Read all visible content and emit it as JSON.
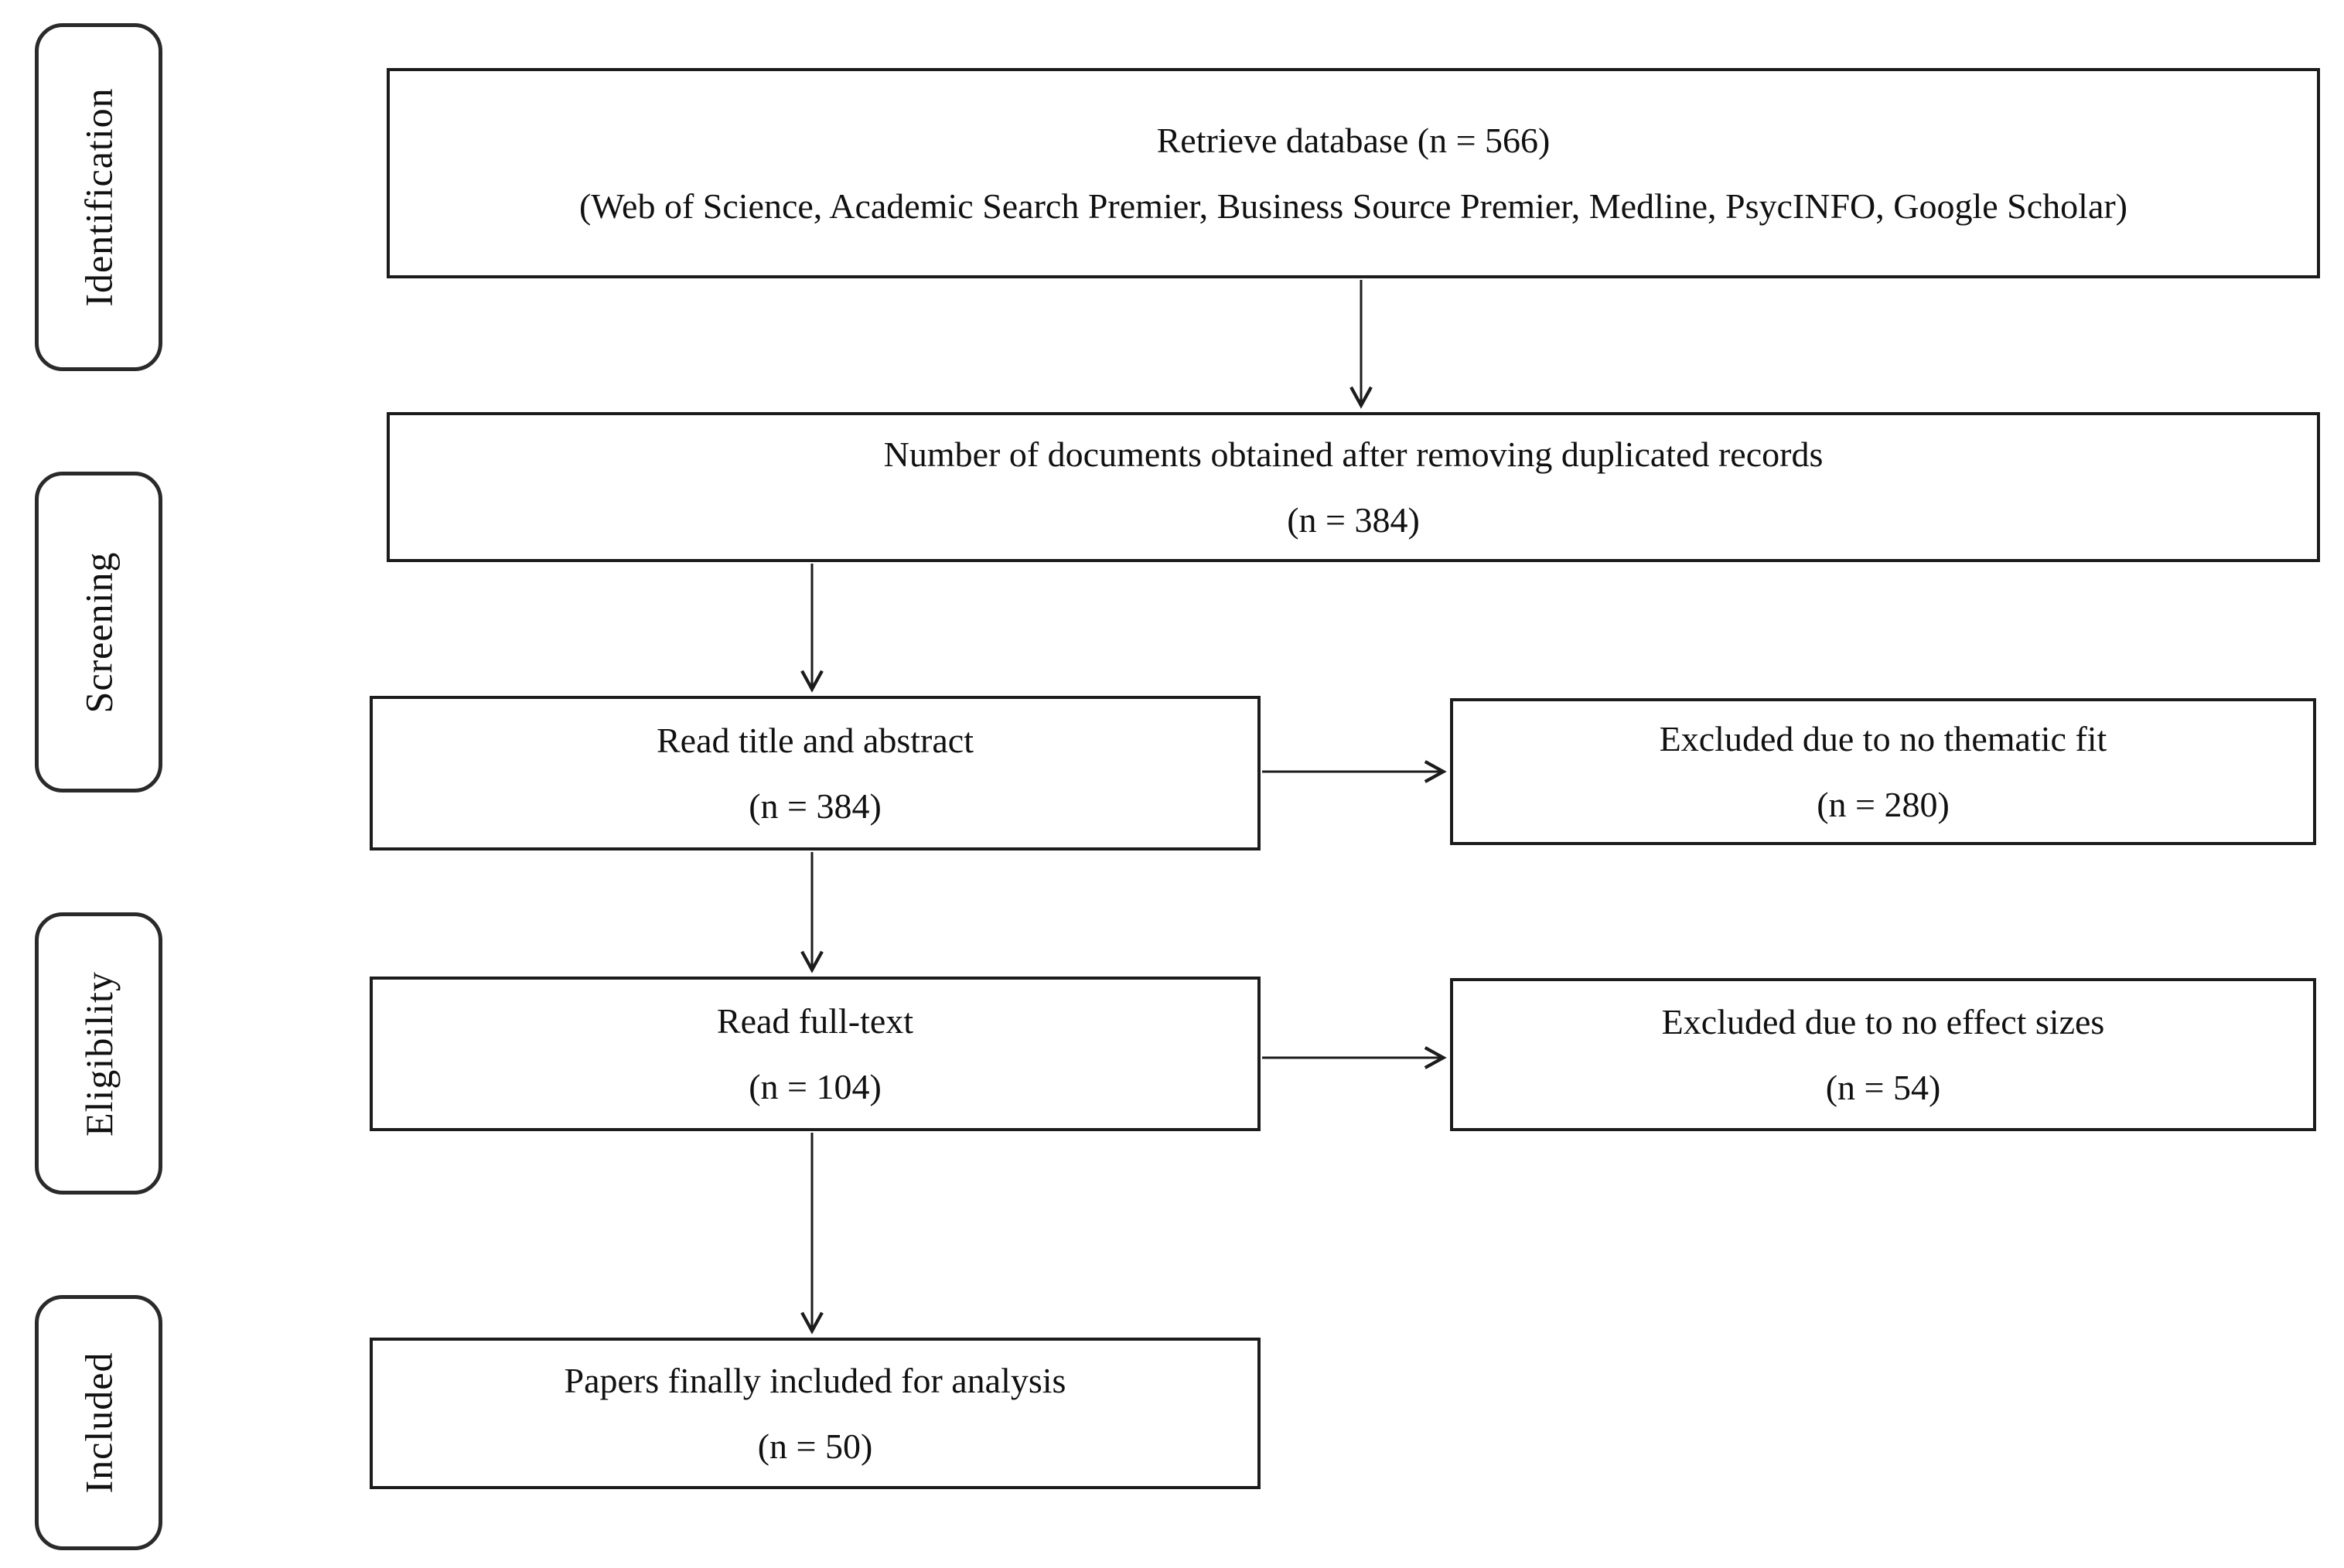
{
  "page": {
    "background": "#ffffff"
  },
  "colors": {
    "box_border": "#1c1c1c",
    "stage_border": "#2a2a2a",
    "text": "#111111",
    "arrow": "#1c1c1c"
  },
  "stages": [
    {
      "label": "Identification"
    },
    {
      "label": "Screening"
    },
    {
      "label": "Eligibility"
    },
    {
      "label": "Included"
    }
  ],
  "boxes": {
    "retrieve": {
      "title": "Retrieve database (n = 566)",
      "detail": "(Web of Science, Academic Search Premier, Business Source Premier, Medline, PsycINFO, Google Scholar)"
    },
    "deduplicated": {
      "title": "Number of documents obtained after removing duplicated records",
      "detail": "(n = 384)"
    },
    "title_abstract": {
      "title": "Read title and abstract",
      "detail": "(n = 384)"
    },
    "excluded_thematic": {
      "title": "Excluded due to no thematic fit",
      "detail": "(n = 280)"
    },
    "full_text": {
      "title": "Read full-text",
      "detail": "(n = 104)"
    },
    "excluded_effect": {
      "title": "Excluded due to no effect sizes",
      "detail": "(n = 54)"
    },
    "included_final": {
      "title": "Papers finally included for analysis",
      "detail": "(n = 50)"
    }
  }
}
